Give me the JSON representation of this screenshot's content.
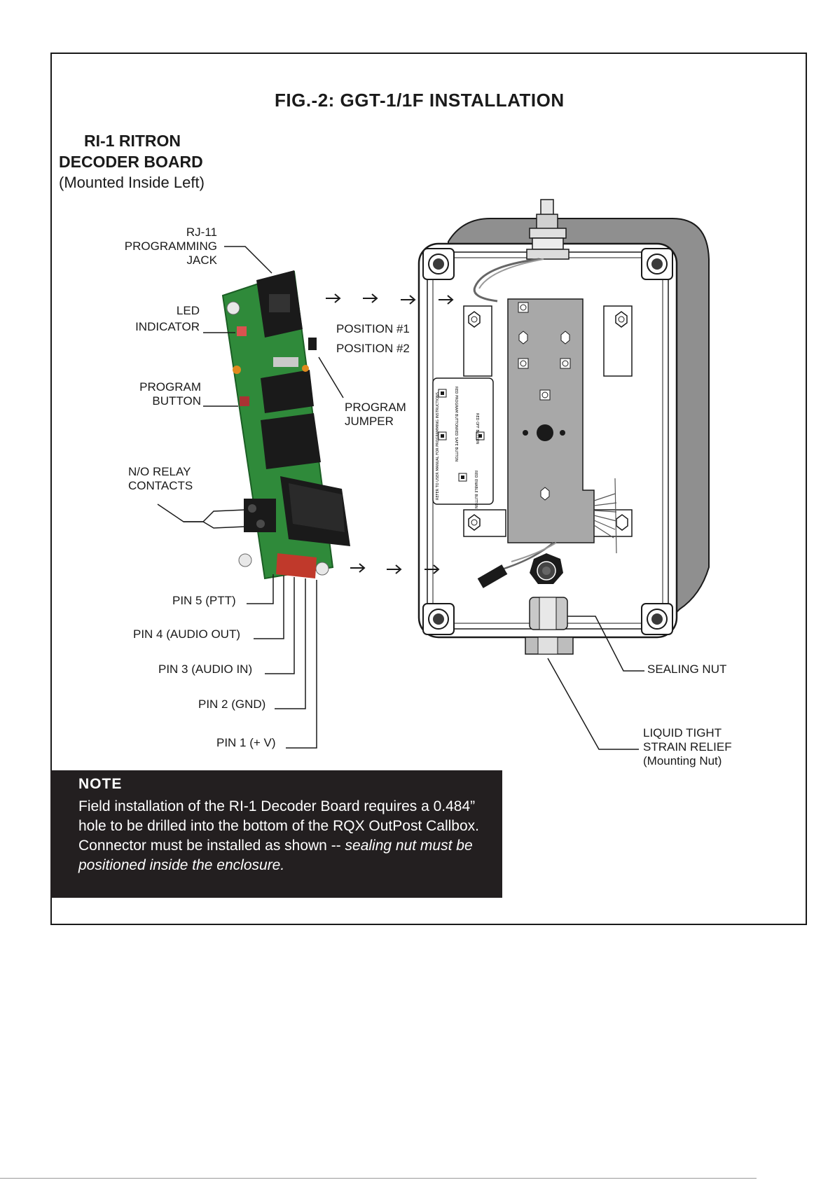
{
  "title": "FIG.-2: GGT-1/1F INSTALLATION",
  "board_title": {
    "line1": "RI-1 RITRON",
    "line2": "DECODER BOARD",
    "line3": "(Mounted Inside Left)"
  },
  "labels": {
    "rj11_1": "RJ-11",
    "rj11_2": "PROGRAMMING",
    "rj11_3": "JACK",
    "led_1": "LED",
    "led_2": "INDICATOR",
    "prog_btn_1": "PROGRAM",
    "prog_btn_2": "BUTTON",
    "relay_1": "N/O RELAY",
    "relay_2": "CONTACTS",
    "position1": "POSITION #1",
    "position2": "POSITION #2",
    "jumper_1": "PROGRAM",
    "jumper_2": "JUMPER",
    "pin5": "PIN 5 (PTT)",
    "pin4": "PIN 4 (AUDIO OUT)",
    "pin3": "PIN 3 (AUDIO IN)",
    "pin2": "PIN 2 (GND)",
    "pin1": "PIN 1 (+ V)",
    "sealing_nut": "SEALING NUT",
    "strain_1": "LIQUID TIGHT",
    "strain_2": "STRAIN RELIEF",
    "strain_3": "(Mounting Nut)"
  },
  "panel_labels": {
    "red_program": "RED PROGRAM BUTTON",
    "red_off": "RED OFF BUTTON",
    "red_safe": "RED SAFE BUTTON",
    "red_enable": "RED ENABLE BUTTON",
    "refer": "REFER TO USER MANUAL FOR PROGRAMMING INSTRUCTIONS"
  },
  "note": {
    "heading": "NOTE",
    "body_plain": "Field installation of the RI-1 Decoder Board requires a 0.484” hole to be drilled into the bottom of the RQX OutPost Callbox. Connector must be installed as shown -- ",
    "body_italic": "sealing nut must be positioned inside the enclosure."
  },
  "colors": {
    "board_green": "#2f8a3a",
    "board_dark": "#1b5e24",
    "enclosure_gray": "#d9d9d9",
    "enclosure_shadow": "#9a9a9a",
    "note_bg": "#231f20"
  }
}
